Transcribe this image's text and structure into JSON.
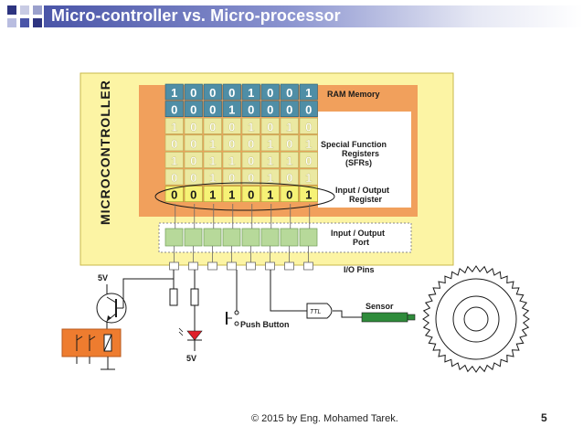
{
  "slide": {
    "title": "Micro-controller vs. Micro-processor",
    "footer": "© 2015 by Eng. Mohamed Tarek.",
    "page_number": "5"
  },
  "diagram": {
    "controller_label": "MICROCONTROLLER",
    "labels": {
      "ram": "RAM Memory",
      "sfr1": "Special Function",
      "sfr2": "Registers",
      "sfr3": "(SFRs)",
      "io_reg1": "Input / Output",
      "io_reg2": "Register",
      "io_port1": "Input / Output",
      "io_port2": "Port",
      "io_pins": "I/O Pins",
      "five_v_top": "5V",
      "five_v_bottom": "5V",
      "push_button": "Push Button",
      "sensor": "Sensor",
      "ttl": "TTL"
    },
    "rows": [
      [
        "1",
        "0",
        "0",
        "0",
        "1",
        "0",
        "0",
        "1"
      ],
      [
        "0",
        "0",
        "0",
        "1",
        "0",
        "0",
        "0",
        "0"
      ],
      [
        "1",
        "0",
        "0",
        "0",
        "1",
        "0",
        "1",
        "0"
      ],
      [
        "0",
        "0",
        "1",
        "0",
        "0",
        "1",
        "0",
        "1"
      ],
      [
        "1",
        "0",
        "1",
        "1",
        "0",
        "1",
        "1",
        "0"
      ],
      [
        "0",
        "0",
        "1",
        "0",
        "0",
        "1",
        "0",
        "1"
      ],
      [
        "0",
        "0",
        "1",
        "1",
        "0",
        "1",
        "0",
        "1"
      ]
    ],
    "colors": {
      "yellow_board": "#fcf4a4",
      "orange_frame": "#f1a05c",
      "ram_cell": "#4f8ea6",
      "sfr_cell": "#ebe9a2",
      "io_cell": "#f6f276",
      "port_cell": "#b7d99a",
      "relay_box": "#ee7c2f",
      "sensor": "#2e8b3a",
      "led": "#e0202a"
    }
  }
}
